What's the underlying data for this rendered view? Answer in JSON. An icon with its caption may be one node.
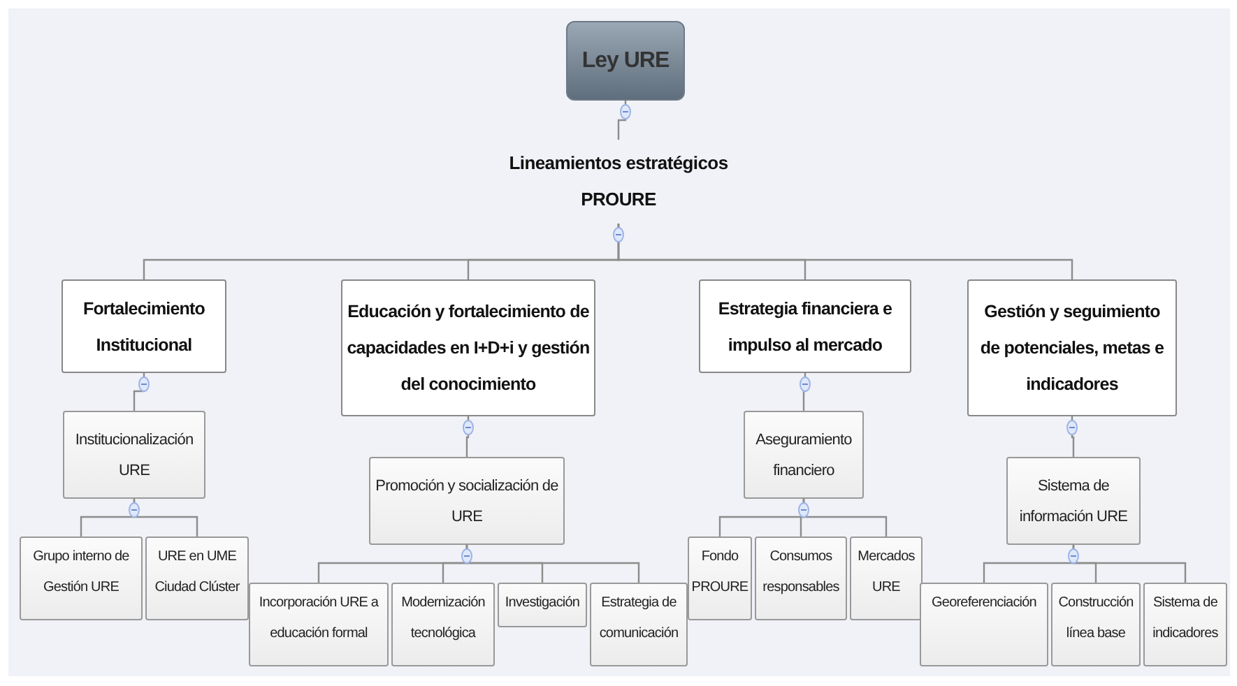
{
  "diagram": {
    "nodes": [
      {
        "text": [
          "Ley URE"
        ]
      },
      {
        "text": [
          "Lineamientos estratégicos PROURE"
        ]
      },
      {
        "text": [
          "Fortalecimiento Institucional"
        ]
      },
      {
        "text": [
          "Educación y fortalecimiento de capacidades en I+D+i y gestión del conocimiento"
        ]
      },
      {
        "text": [
          "Estrategia financiera e impulso al mercado"
        ]
      },
      {
        "text": [
          "Gestión y seguimiento de potenciales, metas e indicadores"
        ]
      },
      {
        "text": [
          "Institucionalización URE"
        ]
      },
      {
        "text": [
          "Grupo interno de Gestión URE"
        ]
      },
      {
        "text": [
          "URE en UME Ciudad Clúster"
        ]
      },
      {
        "text": [
          "Promoción y socialización de URE"
        ]
      },
      {
        "text": [
          "Incorporación URE a educación formal"
        ]
      },
      {
        "text": [
          "Modernización tecnológica"
        ]
      },
      {
        "text": [
          "Investigación"
        ]
      },
      {
        "text": [
          "Estrategia de comunicación"
        ]
      },
      {
        "text": [
          "Aseguramiento financiero"
        ]
      },
      {
        "text": [
          "Fondo PROURE"
        ]
      },
      {
        "text": [
          "Consumos responsables"
        ]
      },
      {
        "text": [
          "Mercados URE"
        ]
      },
      {
        "text": [
          "Sistema de información URE"
        ]
      },
      {
        "text": [
          "Georeferenciación"
        ]
      },
      {
        "text": [
          "Construcción línea base"
        ]
      },
      {
        "text": [
          "Sistema de indicadores"
        ]
      }
    ],
    "edges": [
      {
        "from": 0,
        "to": 1,
        "arrow": "none"
      },
      {
        "from": 1,
        "to": 2,
        "arrow": "none"
      },
      {
        "from": 1,
        "to": 3,
        "arrow": "none"
      },
      {
        "from": 1,
        "to": 4,
        "arrow": "none"
      },
      {
        "from": 1,
        "to": 5,
        "arrow": "none"
      },
      {
        "from": 2,
        "to": 6,
        "arrow": "none"
      },
      {
        "from": 6,
        "to": 7,
        "arrow": "none"
      },
      {
        "from": 6,
        "to": 8,
        "arrow": "none"
      },
      {
        "from": 3,
        "to": 9,
        "arrow": "none"
      },
      {
        "from": 9,
        "to": 10,
        "arrow": "none"
      },
      {
        "from": 9,
        "to": 11,
        "arrow": "none"
      },
      {
        "from": 9,
        "to": 12,
        "arrow": "none"
      },
      {
        "from": 9,
        "to": 13,
        "arrow": "none"
      },
      {
        "from": 4,
        "to": 14,
        "arrow": "none"
      },
      {
        "from": 14,
        "to": 15,
        "arrow": "none"
      },
      {
        "from": 14,
        "to": 16,
        "arrow": "none"
      },
      {
        "from": 14,
        "to": 17,
        "arrow": "none"
      },
      {
        "from": 5,
        "to": 18,
        "arrow": "none"
      },
      {
        "from": 18,
        "to": 19,
        "arrow": "none"
      },
      {
        "from": 18,
        "to": 20,
        "arrow": "none"
      },
      {
        "from": 18,
        "to": 21,
        "arrow": "none"
      }
    ]
  }
}
